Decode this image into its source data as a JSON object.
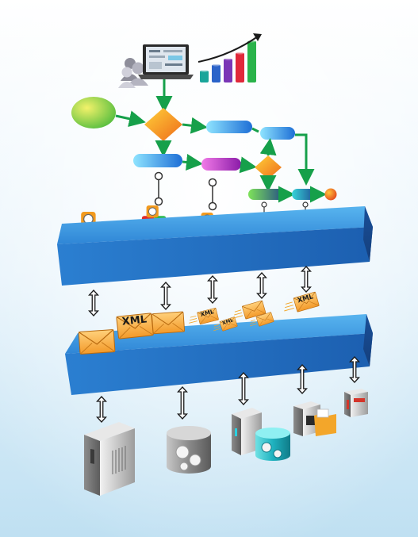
{
  "envelopes": [
    {
      "label": ""
    },
    {
      "label": "XML"
    },
    {
      "label": ""
    },
    {
      "label": "XML"
    },
    {
      "label": "XML"
    },
    {
      "label": ""
    },
    {
      "label": ""
    },
    {
      "label": "XML"
    }
  ],
  "growth_bars": {
    "values": [
      2,
      3,
      4,
      5,
      7
    ],
    "colors": [
      "#1aa59a",
      "#2b63c9",
      "#7a36b6",
      "#e0283a",
      "#2ab34a"
    ]
  },
  "colors": {
    "background_top": "#ffffff",
    "background_bottom": "#bfe0f2",
    "bus_top": "#3fa0e8",
    "bus_front": "#1f6fc4",
    "flow_arrow": "#16a04a",
    "decision": "#f39a1e",
    "start_node": "#6ed13a"
  },
  "icons": {
    "users": "users-icon",
    "laptop": "laptop-icon",
    "chart": "bar-chart-icon",
    "gear": "gear-icon",
    "server": "server-icon",
    "database": "database-icon",
    "envelope": "envelope-icon"
  }
}
